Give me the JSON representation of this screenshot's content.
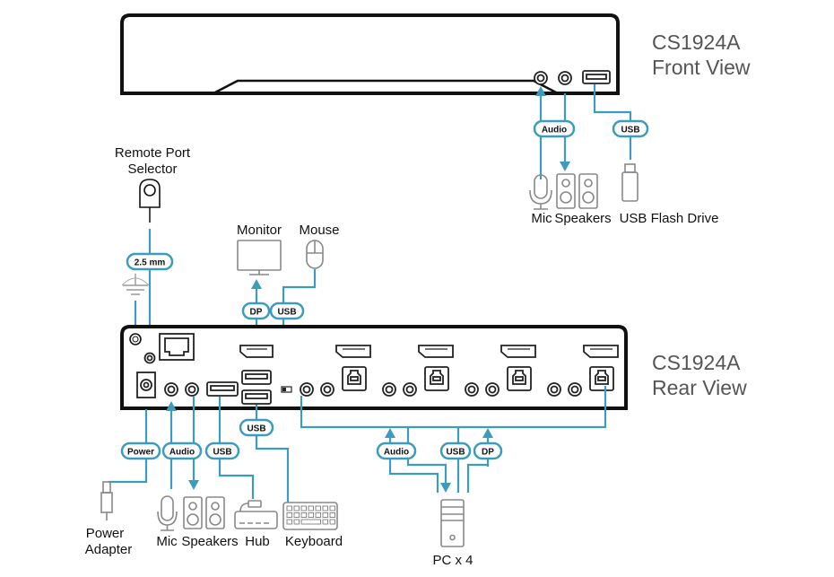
{
  "front_view": {
    "model": "CS1924A",
    "view": "Front View",
    "cable_labels": {
      "audio": "Audio",
      "usb": "USB"
    },
    "devices": {
      "mic": "Mic",
      "speakers": "Speakers",
      "flash": "USB Flash Drive"
    }
  },
  "rear_view": {
    "model": "CS1924A",
    "view": "Rear View"
  },
  "remote": {
    "label_line1": "Remote Port",
    "label_line2": "Selector",
    "cable": "2.5 mm"
  },
  "console": {
    "monitor": "Monitor",
    "mouse": "Mouse",
    "dp": "DP",
    "usb_mouse": "USB",
    "usb_keyboard": "USB",
    "power": "Power",
    "audio": "Audio",
    "usb_hub": "USB",
    "power_adapter_line1": "Power",
    "power_adapter_line2": "Adapter",
    "mic": "Mic",
    "speakers": "Speakers",
    "hub": "Hub",
    "keyboard": "Keyboard"
  },
  "pc": {
    "audio": "Audio",
    "usb": "USB",
    "dp": "DP",
    "label": "PC x 4"
  },
  "colors": {
    "cable": "#3d9bbb",
    "device_outline": "#111111",
    "icon_gray": "#888888",
    "view_text": "#555555"
  }
}
